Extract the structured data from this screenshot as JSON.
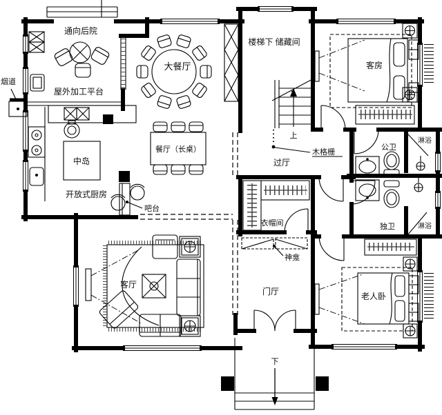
{
  "colors": {
    "background": "#ffffff",
    "lines": "#000000",
    "text": "#111111"
  },
  "labels": {
    "flue": "烟道",
    "to_backyard": "通向后院",
    "outdoor_platform": "屋外加工平台",
    "grand_dining": "大餐厅",
    "understair_storage": "楼梯下 储藏间",
    "guest_room": "客房",
    "center_island": "中岛",
    "open_kitchen": "开放式厨房",
    "dining_long_table": "餐厅（长桌）",
    "bar_counter": "吧台",
    "hallway": "过厅",
    "wood_grille": "木格栅",
    "public_bathroom": "公卫",
    "shower_1": "淋浴",
    "cloakroom": "衣帽间",
    "private_bathroom": "独卫",
    "shower_2": "淋浴",
    "shrine": "神龛",
    "living_room": "客厅",
    "entrance_hall": "门厅",
    "elder_bedroom": "老人卧",
    "stair_up": "上",
    "entry_down": "下"
  }
}
